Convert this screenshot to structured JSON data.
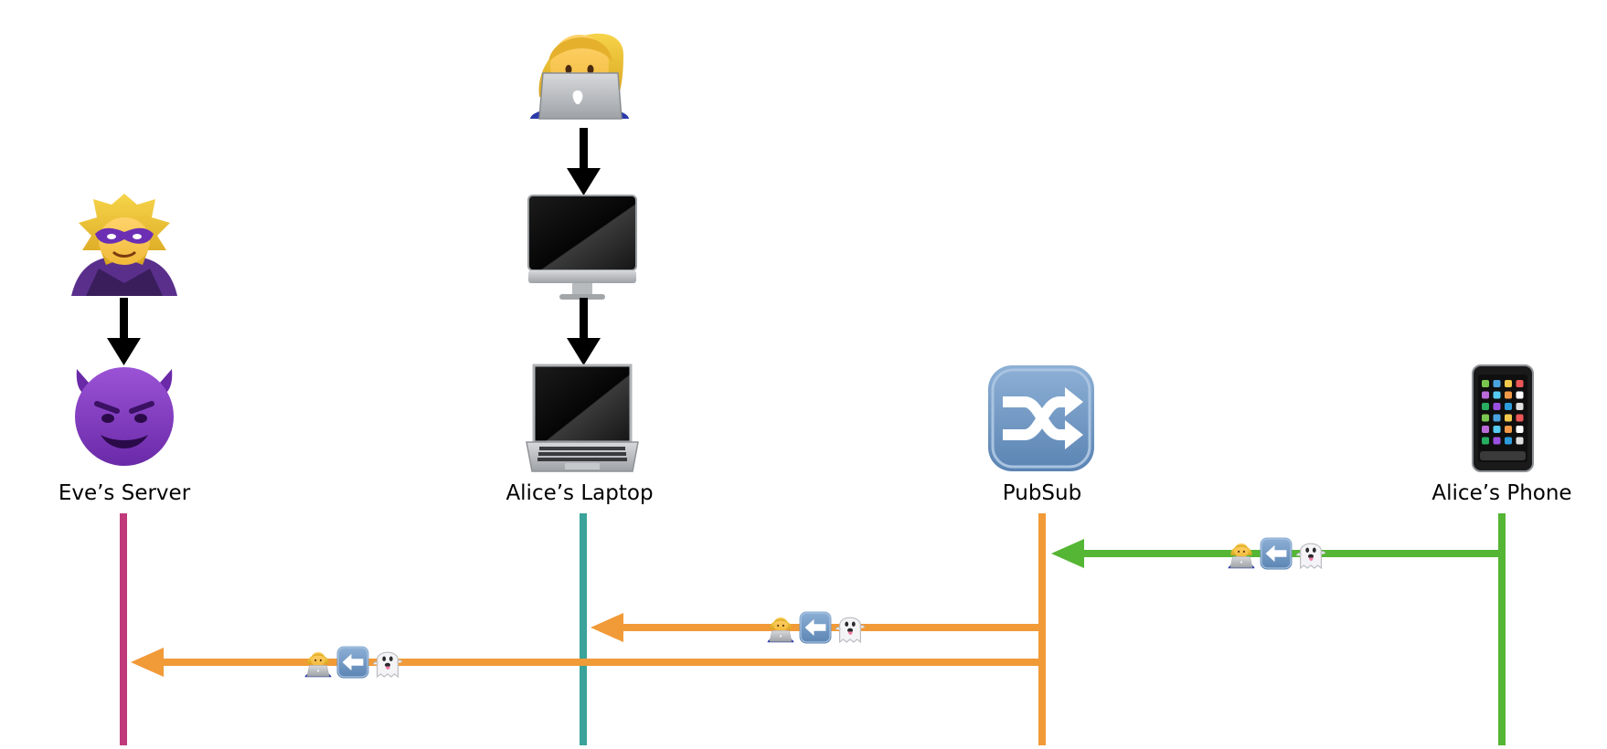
{
  "colors": {
    "black": "#000000",
    "eve": "#c0397a",
    "laptop": "#3aa39a",
    "pubsub": "#f19a38",
    "phone": "#55b534"
  },
  "participants": [
    {
      "key": "eve",
      "label": "Eve’s Server",
      "icon": "smiling-devil-icon",
      "lifeline_color": "#c0397a"
    },
    {
      "key": "laptop",
      "label": "Alice’s Laptop",
      "icon": "laptop-icon",
      "lifeline_color": "#3aa39a"
    },
    {
      "key": "pubsub",
      "label": "PubSub",
      "icon": "shuffle-icon",
      "lifeline_color": "#f19a38"
    },
    {
      "key": "phone",
      "label": "Alice’s Phone",
      "icon": "mobile-phone-icon",
      "lifeline_color": "#55b534"
    }
  ],
  "top_icons": {
    "alice_at_laptop": "woman-with-laptop-icon",
    "desktop": "desktop-computer-icon",
    "supervillain": "supervillain-icon"
  },
  "messages": [
    {
      "from": "phone",
      "to": "pubsub",
      "color": "#55b534",
      "icons": [
        "woman-with-laptop-icon",
        "left-arrow-icon",
        "ghost-icon"
      ]
    },
    {
      "from": "pubsub",
      "to": "laptop",
      "color": "#f19a38",
      "icons": [
        "woman-with-laptop-icon",
        "left-arrow-icon",
        "ghost-icon"
      ]
    },
    {
      "from": "pubsub",
      "to": "eve",
      "color": "#f19a38",
      "icons": [
        "woman-with-laptop-icon",
        "left-arrow-icon",
        "ghost-icon"
      ]
    }
  ]
}
